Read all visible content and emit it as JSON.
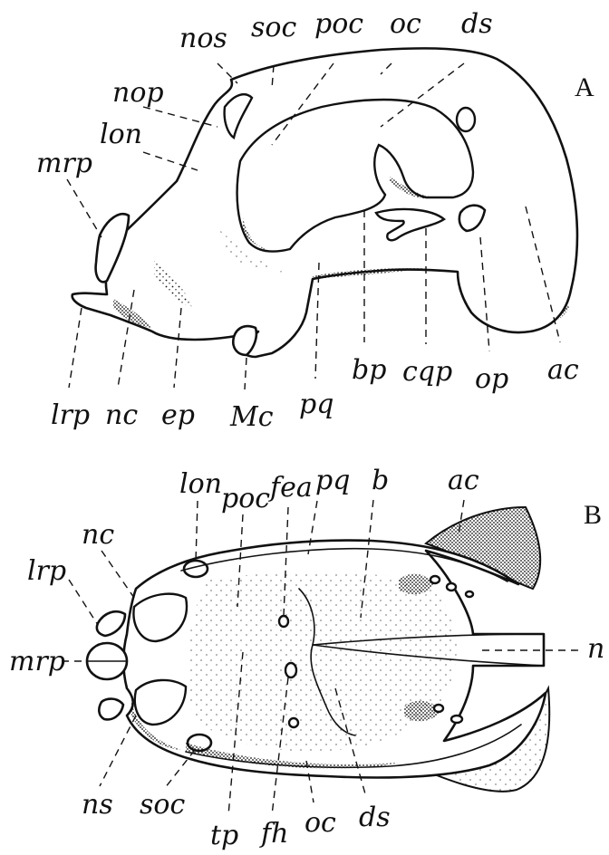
{
  "panels": [
    {
      "letter": "A",
      "labels": [
        "nos",
        "soc",
        "poc",
        "oc",
        "ds",
        "nop",
        "lon",
        "mrp",
        "lrp",
        "nc",
        "ep",
        "Mc",
        "pq",
        "bp",
        "cqp",
        "op",
        "ac"
      ]
    },
    {
      "letter": "B",
      "labels": [
        "lon",
        "poc",
        "fea",
        "pq",
        "b",
        "ac",
        "nc",
        "lrp",
        "mrp",
        "n",
        "ns",
        "soc",
        "tp",
        "fh",
        "oc",
        "ds"
      ]
    }
  ],
  "colors": {
    "ink": "#111111",
    "paper": "#ffffff"
  }
}
